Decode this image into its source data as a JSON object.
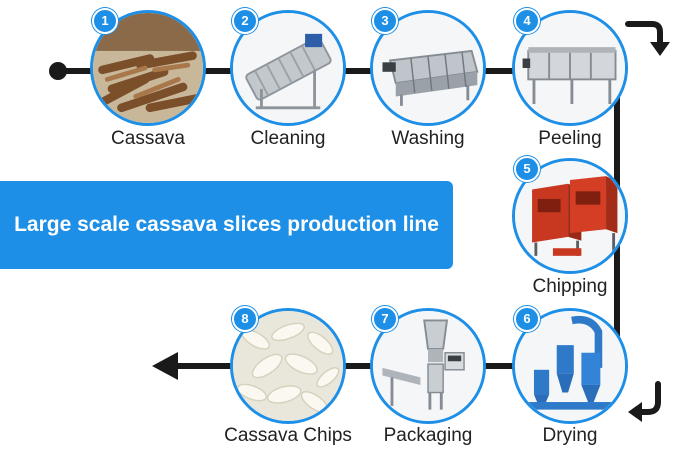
{
  "banner": {
    "title": "Large scale cassava slices production line"
  },
  "steps": [
    {
      "number": "1",
      "label": "Cassava",
      "icon": "cassava-roots-photo"
    },
    {
      "number": "2",
      "label": "Cleaning",
      "icon": "cleaning-drum-machine-photo"
    },
    {
      "number": "3",
      "label": "Washing",
      "icon": "washing-conveyor-machine-photo"
    },
    {
      "number": "4",
      "label": "Peeling",
      "icon": "peeling-machine-photo"
    },
    {
      "number": "5",
      "label": "Chipping",
      "icon": "chipping-machine-photo"
    },
    {
      "number": "6",
      "label": "Drying",
      "icon": "cyclone-dryer-photo"
    },
    {
      "number": "7",
      "label": "Packaging",
      "icon": "packaging-machine-photo"
    },
    {
      "number": "8",
      "label": "Cassava Chips",
      "icon": "cassava-chips-photo"
    }
  ],
  "colors": {
    "accent": "#1e8fe6",
    "line": "#1a1a1a",
    "text": "#222222"
  }
}
